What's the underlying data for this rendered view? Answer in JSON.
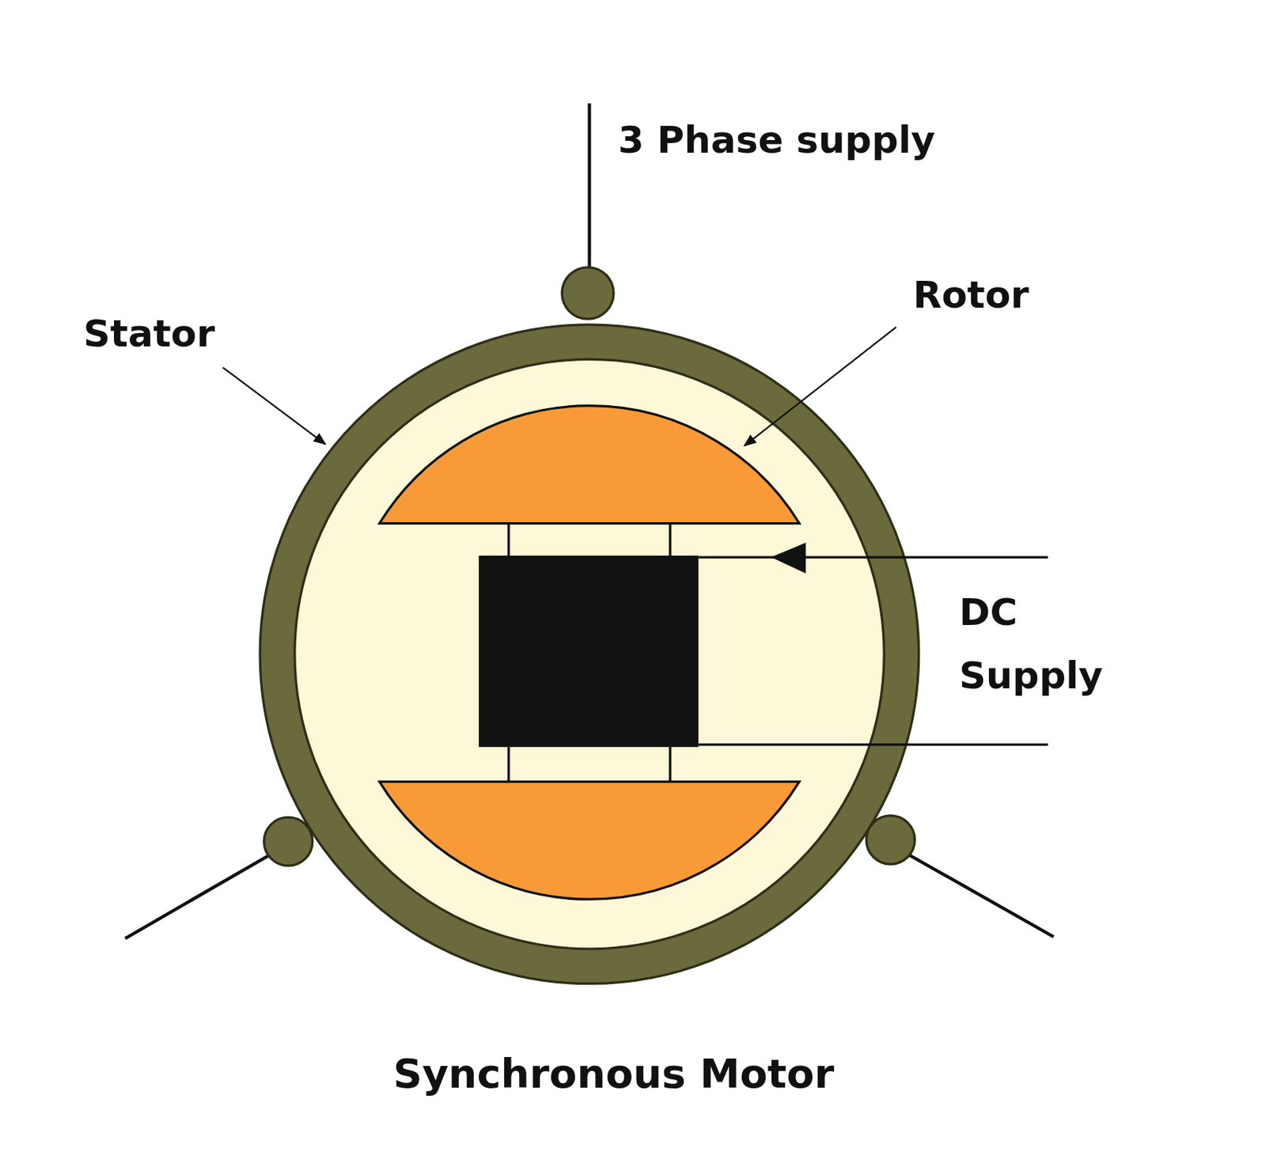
{
  "diagram": {
    "caption": "Synchronous Motor",
    "labels": [
      "3 Phase supply",
      "Stator",
      "Rotor",
      "DC Supply"
    ]
  }
}
